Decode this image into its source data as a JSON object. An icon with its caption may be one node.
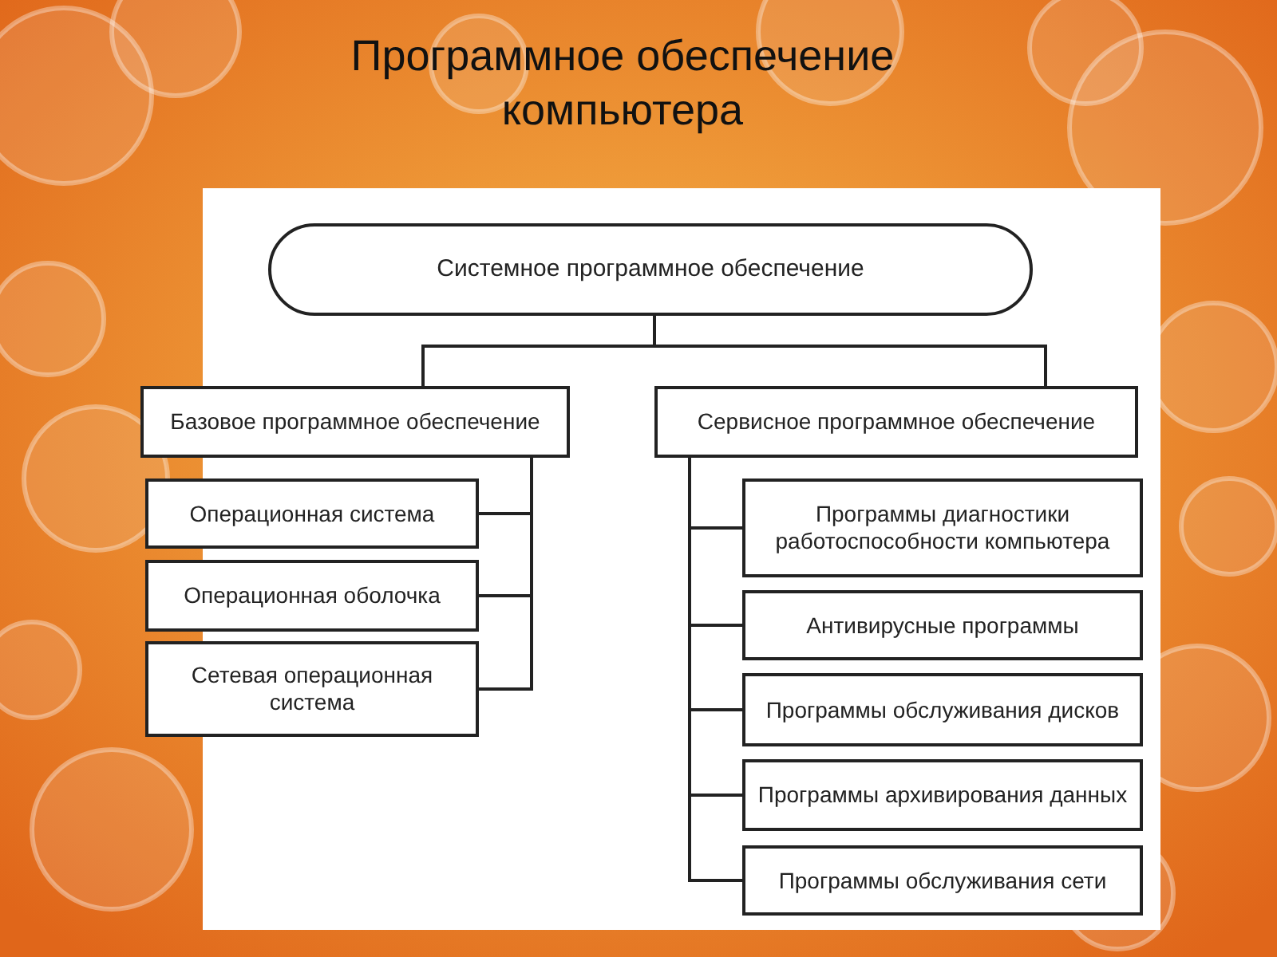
{
  "diagram": {
    "title": "Программное обеспечение компьютера",
    "nodes": [
      {
        "text": [
          "Системное программное обеспечение"
        ]
      },
      {
        "text": [
          "Базовое программное обеспечение"
        ]
      },
      {
        "text": [
          "Сервисное программное обеспечение"
        ]
      },
      {
        "text": [
          "Операционная система"
        ]
      },
      {
        "text": [
          "Операционная оболочка"
        ]
      },
      {
        "text": [
          "Сетевая операционная система"
        ]
      },
      {
        "text": [
          "Программы диагностики работоспособности компьютера"
        ]
      },
      {
        "text": [
          "Антивирусные программы"
        ]
      },
      {
        "text": [
          "Программы обслуживания дисков"
        ]
      },
      {
        "text": [
          "Программы архивирования данных"
        ]
      },
      {
        "text": [
          "Программы обслуживания сети"
        ]
      }
    ],
    "edges": [
      {
        "from": 0,
        "to": 1,
        "arrow": "none"
      },
      {
        "from": 0,
        "to": 2,
        "arrow": "none"
      },
      {
        "from": 1,
        "to": 3,
        "arrow": "none"
      },
      {
        "from": 1,
        "to": 4,
        "arrow": "none"
      },
      {
        "from": 1,
        "to": 5,
        "arrow": "none"
      },
      {
        "from": 2,
        "to": 6,
        "arrow": "none"
      },
      {
        "from": 2,
        "to": 7,
        "arrow": "none"
      },
      {
        "from": 2,
        "to": 8,
        "arrow": "none"
      },
      {
        "from": 2,
        "to": 9,
        "arrow": "none"
      },
      {
        "from": 2,
        "to": 10,
        "arrow": "none"
      }
    ]
  }
}
